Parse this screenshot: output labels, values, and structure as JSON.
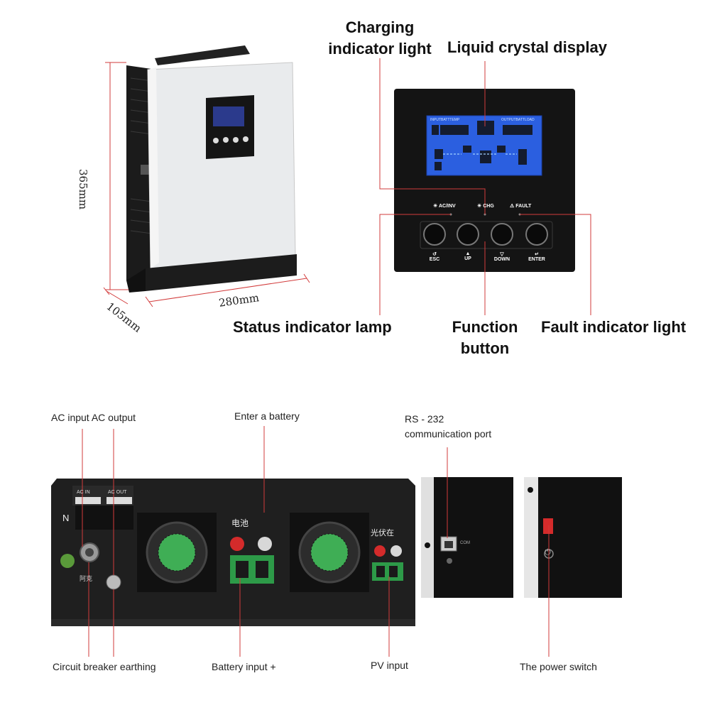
{
  "dimensions": {
    "height": "365mm",
    "width": "280mm",
    "depth": "105mm"
  },
  "front_panel_callouts": {
    "charging_indicator": "Charging\nindicator light",
    "lcd": "Liquid crystal display",
    "status_lamp": "Status indicator lamp",
    "function_button": "Function\nbutton",
    "fault_light": "Fault indicator light"
  },
  "panel_leds": {
    "ac_inv": "AC/INV",
    "chg": "CHG",
    "fault": "FAULT"
  },
  "panel_buttons": [
    "ESC",
    "UP",
    "DOWN",
    "ENTER"
  ],
  "lcd_labels": {
    "input": "INPUTBATTTEMP",
    "output": "OUTPUTBATTLOAD"
  },
  "rear_callouts": {
    "ac_in_out": "AC input AC output",
    "battery": "Enter a battery",
    "rs232_line1": "RS - 232",
    "rs232_line2": "communication port",
    "breaker": "Circuit breaker earthing",
    "battery_input": "Battery input +",
    "pv_input": "PV input",
    "power_switch": "The power switch"
  },
  "rear_panel_labels": {
    "ac_in": "AC IN",
    "ac_out": "AC OUT",
    "n": "N",
    "battery_cn": "电池",
    "pv_cn": "光伏在",
    "breaker_cn": "阿克",
    "com": "COM"
  },
  "colors": {
    "leader_line": "#d23b3b",
    "panel_black": "#141414",
    "lcd_blue": "#2b5fe0",
    "fan_green": "#3fae55",
    "terminal_green": "#2d9a48",
    "plus_red": "#d42b2b"
  }
}
